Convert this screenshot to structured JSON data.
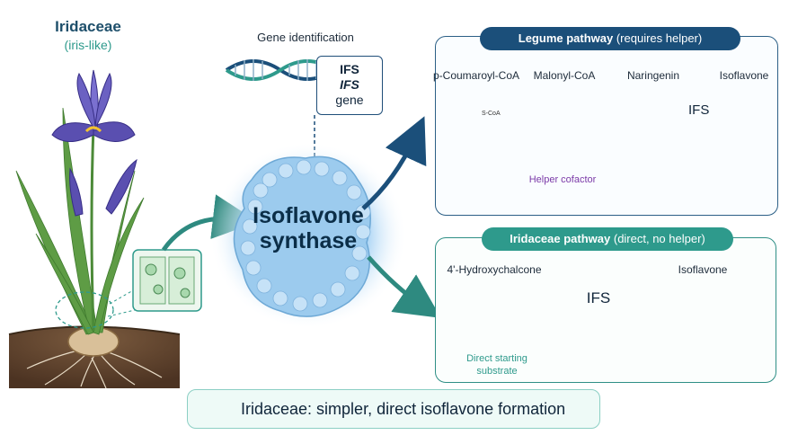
{
  "iris": {
    "title": "Iridaceae",
    "subtitle": "(iris-like)"
  },
  "gene": {
    "heading": "Gene identification",
    "box_line1": "IFS",
    "box_line2": "IFS",
    "box_line3": "gene"
  },
  "enzyme": {
    "line1": "Isoflavone",
    "line2": "synthase"
  },
  "legume": {
    "title_bold": "Legume pathway",
    "title_rest": " (requires helper)",
    "molecules": [
      "p-Coumaroyl-CoA",
      "Malonyl-CoA",
      "Naringenin",
      "Isoflavone"
    ],
    "ifs_label": "IFS",
    "cofactor_label": "Helper cofactor",
    "coa_label": "S-CoA"
  },
  "iridaceae_path": {
    "title_bold": "Iridaceae pathway",
    "title_rest": " (direct, no helper)",
    "molecules": [
      "4'-Hydroxychalcone",
      "Isoflavone"
    ],
    "ifs_label": "IFS",
    "direct_line1": "Direct starting",
    "direct_line2": "substrate"
  },
  "banner": {
    "text": "Iridaceae: simpler, direct isoflavone formation"
  },
  "colors": {
    "navy": "#1b4f7a",
    "teal": "#2e9a8c",
    "iris_purple": "#5a4fb0",
    "cofactor_purple": "#7b3aa8"
  }
}
